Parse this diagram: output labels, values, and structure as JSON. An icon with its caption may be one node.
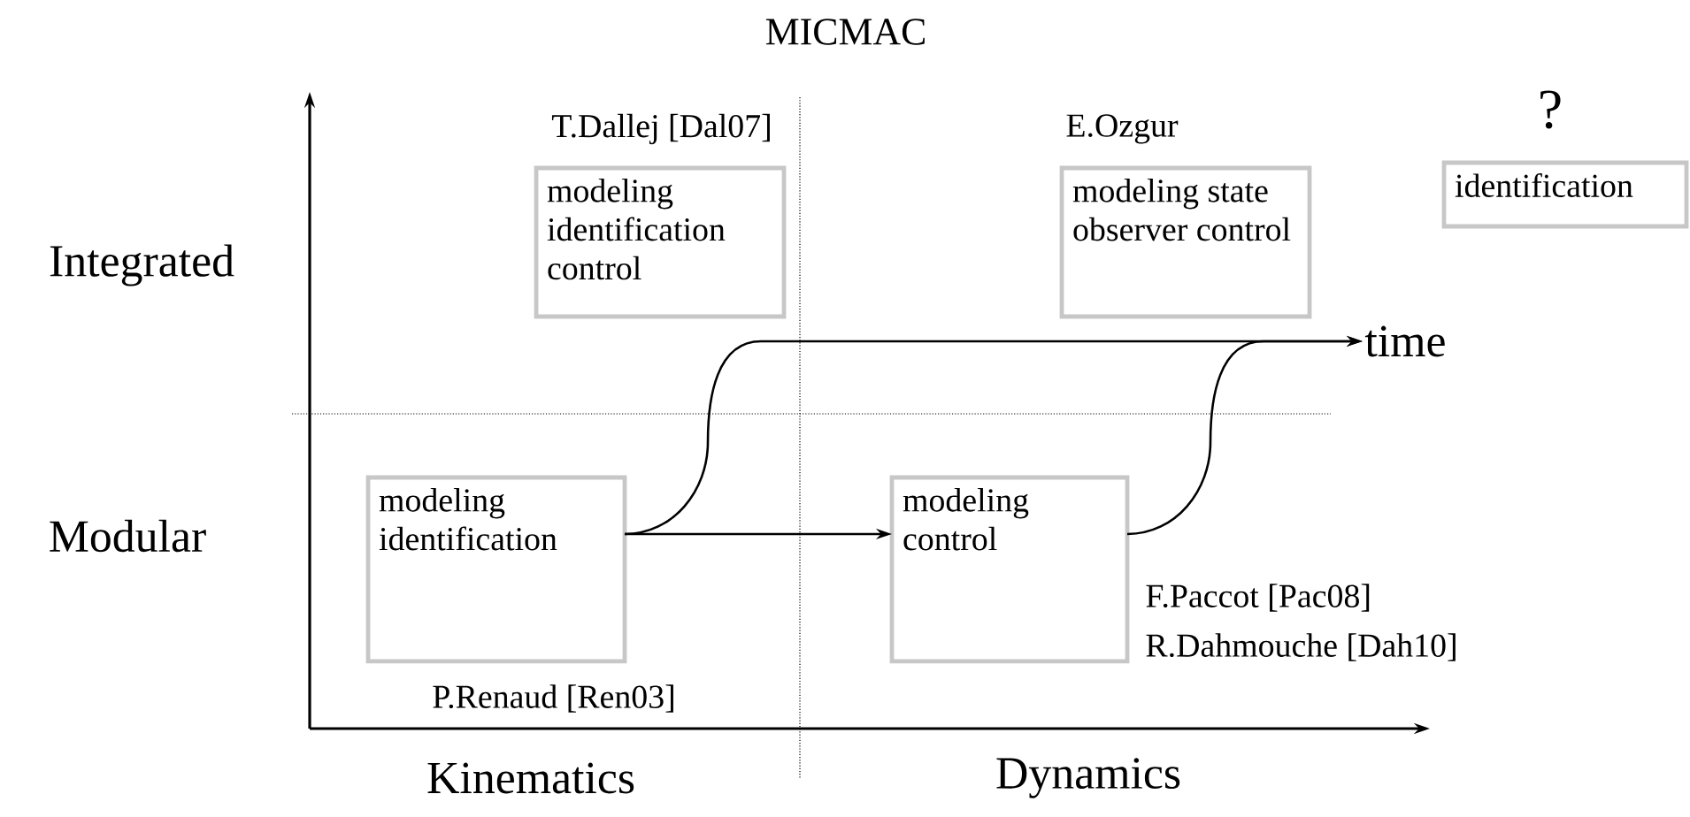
{
  "diagram": {
    "title": "MICMAC",
    "nodes": [
      {
        "text": [
          "modeling identification control"
        ],
        "beside": [
          "T.Dallej [Dal07]"
        ]
      },
      {
        "text": [
          "modeling state observer control"
        ],
        "beside": [
          "E.Ozgur"
        ]
      },
      {
        "text": [
          "identification"
        ],
        "beside": [
          "?"
        ]
      },
      {
        "text": [
          "modeling identification"
        ],
        "beside": [
          "P.Renaud [Ren03]"
        ]
      },
      {
        "text": [
          "modeling control"
        ],
        "beside": [
          "F.Paccot [Pac08]",
          "R.Dahmouche [Dah10]"
        ]
      },
      {
        "text": [
          "time"
        ]
      }
    ],
    "edges": [
      {
        "from": 3,
        "to": 4,
        "arrow": "to"
      },
      {
        "from": 3,
        "to": 5,
        "arrow": "to"
      },
      {
        "from": 4,
        "to": 5,
        "arrow": "to"
      }
    ],
    "labels": [
      "Integrated",
      "Modular",
      "Kinematics",
      "Dynamics"
    ]
  }
}
